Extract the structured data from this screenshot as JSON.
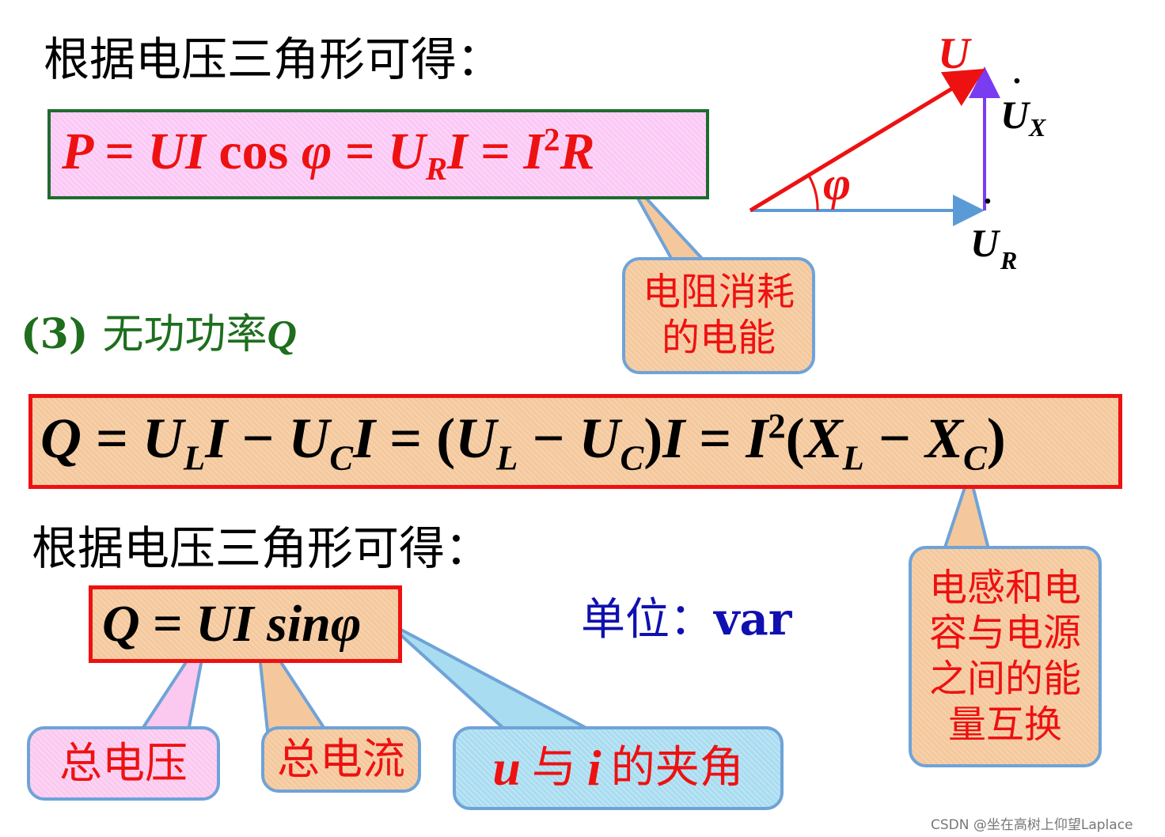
{
  "heading_top": "根据电压三角形可得：",
  "formula_p": {
    "P": "P",
    "eq": "=",
    "UI": "UI",
    "cos": "cos",
    "phi": "φ",
    "U": "U",
    "R_sub": "R",
    "I": "I",
    "I2": "I",
    "sq": "2",
    "R": "R"
  },
  "callout_resistor": {
    "line1": "电阻消耗",
    "line2": "的电能"
  },
  "triangle": {
    "U": "U",
    "dot": "˙",
    "UX_main": "U",
    "UX_sub": "X",
    "UR_main": "U",
    "UR_sub": "R",
    "phi": "φ"
  },
  "section": {
    "num": "(3)",
    "title": "无功功率",
    "Q": "Q"
  },
  "formula_q": {
    "Q": "Q",
    "eq": "=",
    "U": "U",
    "L": "L",
    "C": "C",
    "I": "I",
    "minus": "−",
    "lp": "(",
    "rp": ")",
    "sq": "2",
    "X": "X"
  },
  "heading_mid": "根据电压三角形可得：",
  "formula_q2": {
    "Q": "Q",
    "eq": "=",
    "UI": "UI",
    "sin": "sin",
    "phi": "φ"
  },
  "unit": {
    "label": "单位：",
    "value": "var"
  },
  "callout_energy": {
    "line1": "电感和电",
    "line2": "容与电源",
    "line3": "之间的能",
    "line4": "量互换"
  },
  "callout_voltage": "总电压",
  "callout_current": "总电流",
  "callout_angle": {
    "u": "u",
    "mid": "与",
    "i": "i",
    "rest": "的夹角"
  },
  "watermark": "CSDN @坐在高树上仰望Laplace",
  "colors": {
    "red": "#ee1111",
    "green": "#1e6e1e",
    "blue": "#1010b0",
    "vector_blue": "#5b9bd5",
    "vector_purple": "#7a3cf0"
  }
}
